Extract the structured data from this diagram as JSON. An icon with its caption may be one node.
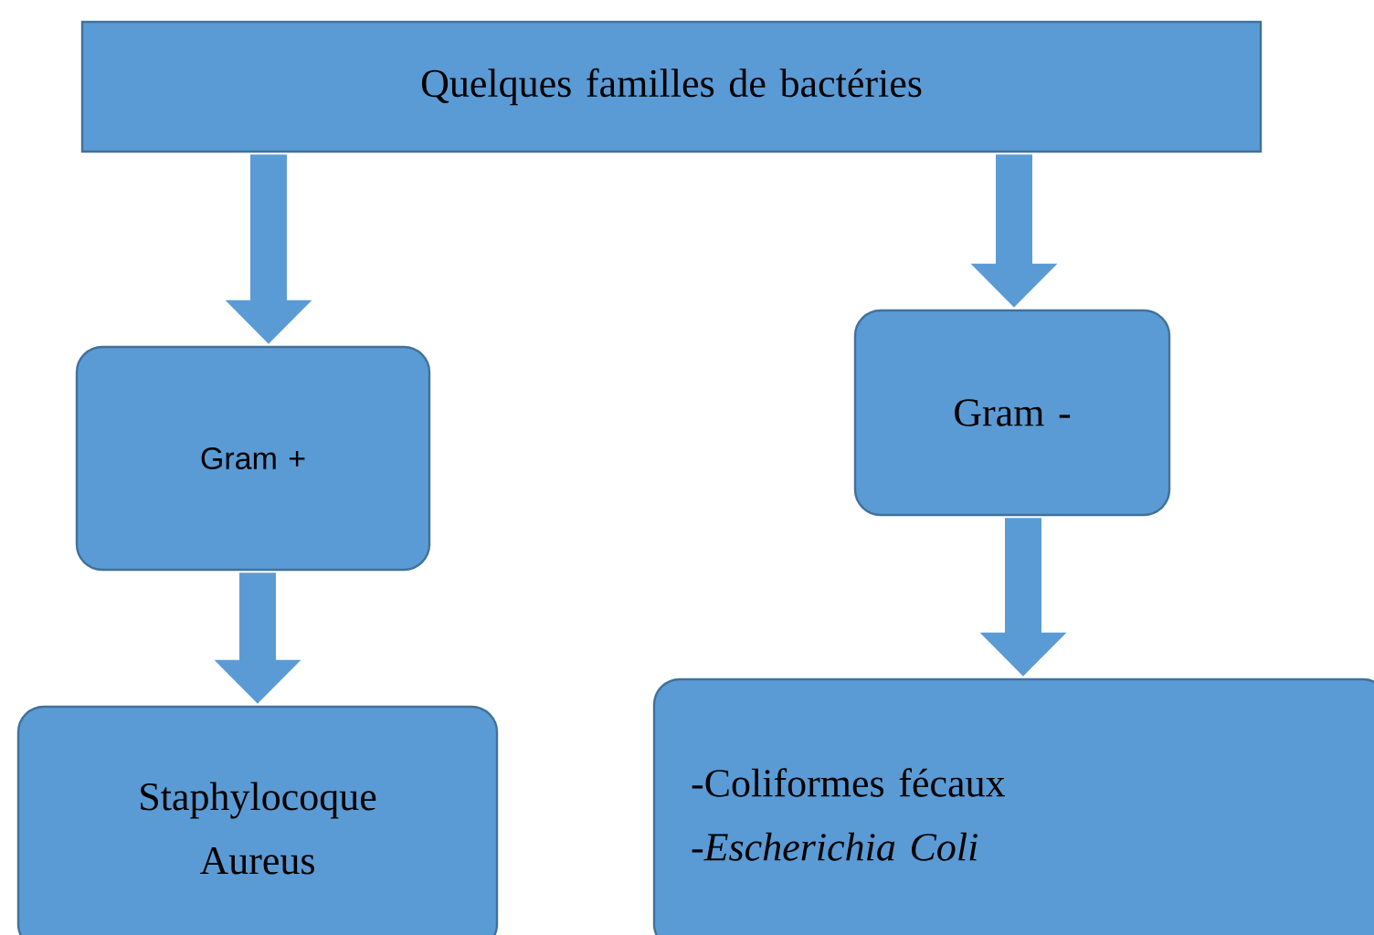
{
  "diagram": {
    "nodes": [
      {
        "text": [
          "Quelques familles de bactéries"
        ]
      },
      {
        "text": [
          "Gram +"
        ]
      },
      {
        "text": [
          "Gram -"
        ]
      },
      {
        "text": [
          "Staphylocoque Aureus"
        ]
      },
      {
        "text": [
          "-Coliformes fécaux",
          "-*Escherichia Coli*"
        ]
      }
    ],
    "edges": [
      {
        "from": 0,
        "to": 1,
        "arrow": "to"
      },
      {
        "from": 0,
        "to": 2,
        "arrow": "to"
      },
      {
        "from": 1,
        "to": 3,
        "arrow": "to"
      },
      {
        "from": 2,
        "to": 4,
        "arrow": "to"
      }
    ]
  }
}
